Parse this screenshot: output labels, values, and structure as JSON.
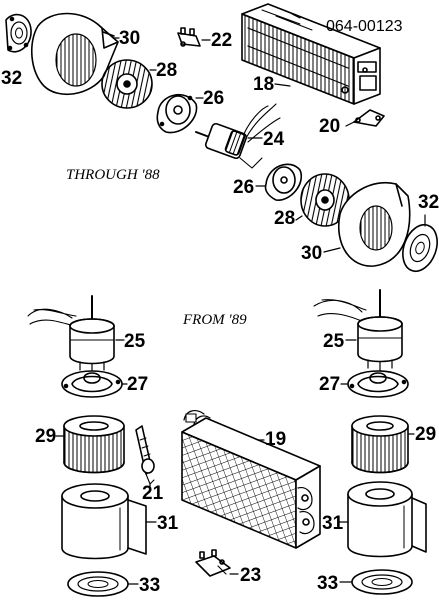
{
  "reference_code": "064-00123",
  "captions": {
    "through": "THROUGH '88",
    "from": "FROM '89"
  },
  "callouts": {
    "top_housing_left": "30",
    "top_cover_left": "32",
    "top_wheel_left": "28",
    "top_plate_left": "26",
    "top_small_part": "22",
    "top_heater_core": "18",
    "top_motor": "24",
    "top_plate_right": "26",
    "top_clip": "20",
    "top_wheel_right": "28",
    "top_housing_right": "30",
    "top_cover_right": "32",
    "bl_motor": "25",
    "bl_plate": "27",
    "bl_wheel": "29",
    "bl_resistor": "21",
    "bl_housing": "31",
    "bl_cover": "33",
    "bc_core": "19",
    "bc_small_part": "23",
    "br_motor": "25",
    "br_plate": "27",
    "br_wheel": "29",
    "br_housing": "31",
    "br_cover": "33"
  }
}
